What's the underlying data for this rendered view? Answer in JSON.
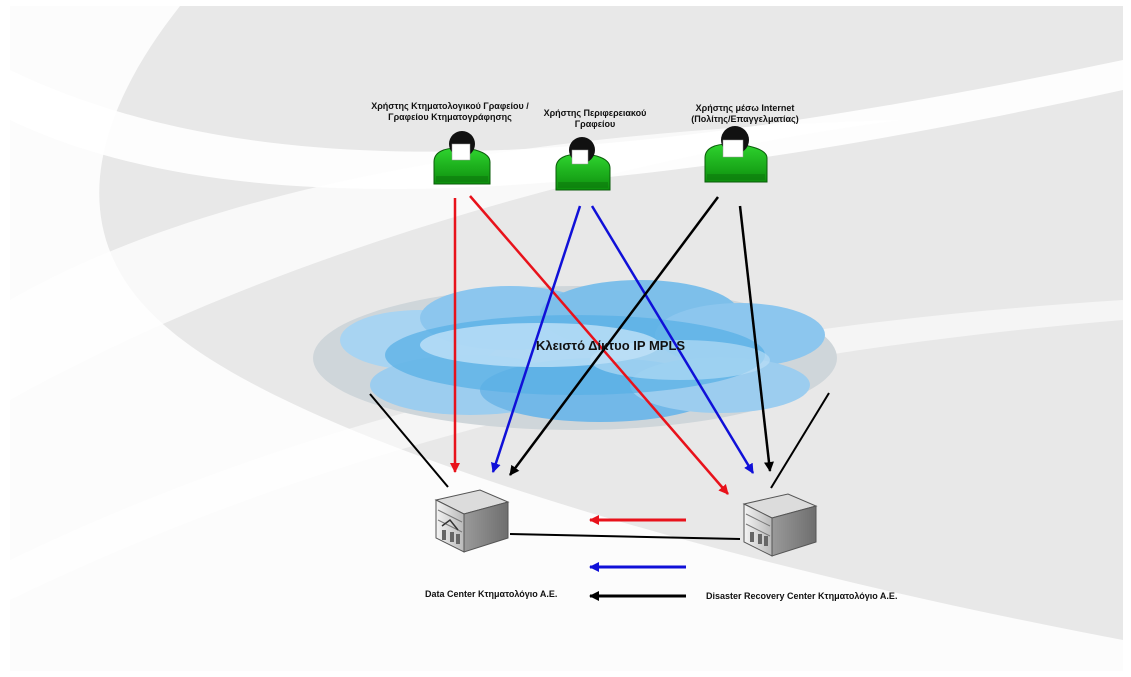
{
  "users": [
    {
      "id": "cadastral-office-user",
      "line1": "Χρήστης Κτηματολογικού Γραφείου /",
      "line2": "Γραφείου Κτηματογράφησης"
    },
    {
      "id": "regional-office-user",
      "line1": "Χρήστης Περιφερειακού",
      "line2": "Γραφείου"
    },
    {
      "id": "internet-user",
      "line1": "Χρήστης μέσω Internet",
      "line2": "(Πολίτης/Επαγγελματίας)"
    }
  ],
  "network": {
    "label": "Κλειστό Δίκτυο IP MPLS"
  },
  "data_center": {
    "label": "Data Center Κτηματολόγιο Α.Ε."
  },
  "dr_center": {
    "label": "Disaster Recovery Center Κτηματολόγιο Α.Ε."
  },
  "colors": {
    "user_cadastral": "#e8121b",
    "user_regional": "#1010d8",
    "user_internet": "#000000",
    "user_figure": "#16b816",
    "cloud": "#5ab0e6",
    "background": "#e8e8e8"
  }
}
